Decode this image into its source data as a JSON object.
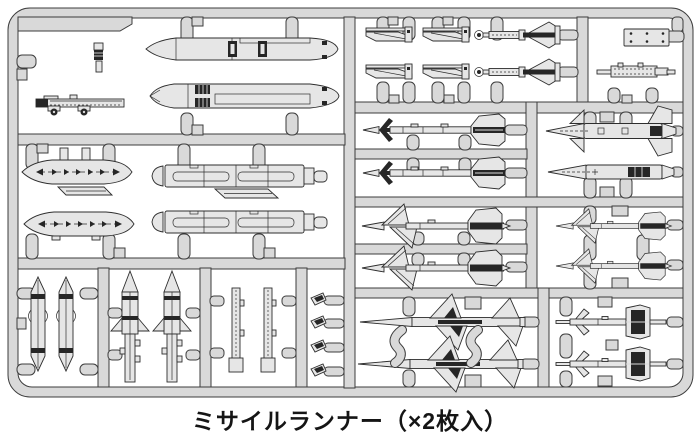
{
  "caption": "ミサイルランナー（×2枚入）",
  "colors": {
    "background": "#ffffff",
    "runner_plastic": "#d9d9d9",
    "runner_outline": "#3c3c3c",
    "part_fill": "#e6e6e6",
    "part_outline": "#2e2e2e",
    "detail_dark": "#262626",
    "caption_text": "#151515"
  },
  "sprue": {
    "name": "missile-runner",
    "sheets_included": "×2",
    "compartments": [
      {
        "id": "top-left",
        "parts": [
          {
            "name": "small-sensor-part",
            "count": 1
          },
          {
            "name": "missile-launch-rail",
            "count": 1
          },
          {
            "name": "drop-tank-half",
            "count": 2
          }
        ]
      },
      {
        "id": "mid-left",
        "parts": [
          {
            "name": "rocket-pod-half",
            "count": 2
          },
          {
            "name": "twin-rail-launcher-pod-half",
            "count": 2
          }
        ]
      },
      {
        "id": "bottom-left-1",
        "parts": [
          {
            "name": "vertical-pylon-tank",
            "count": 2
          }
        ]
      },
      {
        "id": "bottom-left-2",
        "parts": [
          {
            "name": "missile-with-pylon",
            "count": 2
          }
        ]
      },
      {
        "id": "bottom-left-3",
        "parts": [
          {
            "name": "flat-weapon-pylon",
            "count": 2
          }
        ]
      },
      {
        "id": "bottom-left-4",
        "parts": [
          {
            "name": "small-fin-blade",
            "count": 4
          }
        ]
      },
      {
        "id": "top-middle",
        "parts": [
          {
            "name": "launch-rail-adapter",
            "count": 4
          },
          {
            "name": "folded-fin-missile",
            "count": 2
          }
        ]
      },
      {
        "id": "top-right",
        "parts": [
          {
            "name": "riveted-mounting-plate",
            "count": 1
          },
          {
            "name": "gun-pod-rail",
            "count": 1
          }
        ]
      },
      {
        "id": "middle-left",
        "parts": [
          {
            "name": "sidewinder-missile",
            "count": 2
          }
        ]
      },
      {
        "id": "middle-right",
        "parts": [
          {
            "name": "large-missile-half-with-fins",
            "count": 1
          },
          {
            "name": "large-missile-half-plain",
            "count": 1
          }
        ]
      },
      {
        "id": "lower-middle-left",
        "parts": [
          {
            "name": "delta-canard-missile",
            "count": 2
          }
        ]
      },
      {
        "id": "lower-middle-right",
        "parts": [
          {
            "name": "short-delta-canard-missile",
            "count": 2
          }
        ]
      },
      {
        "id": "bottom-middle",
        "parts": [
          {
            "name": "sparrow-missile",
            "count": 2
          },
          {
            "name": "s-curve-runner-piece",
            "count": 2
          }
        ]
      },
      {
        "id": "bottom-right",
        "parts": [
          {
            "name": "box-tail-missile",
            "count": 2
          }
        ]
      }
    ]
  }
}
